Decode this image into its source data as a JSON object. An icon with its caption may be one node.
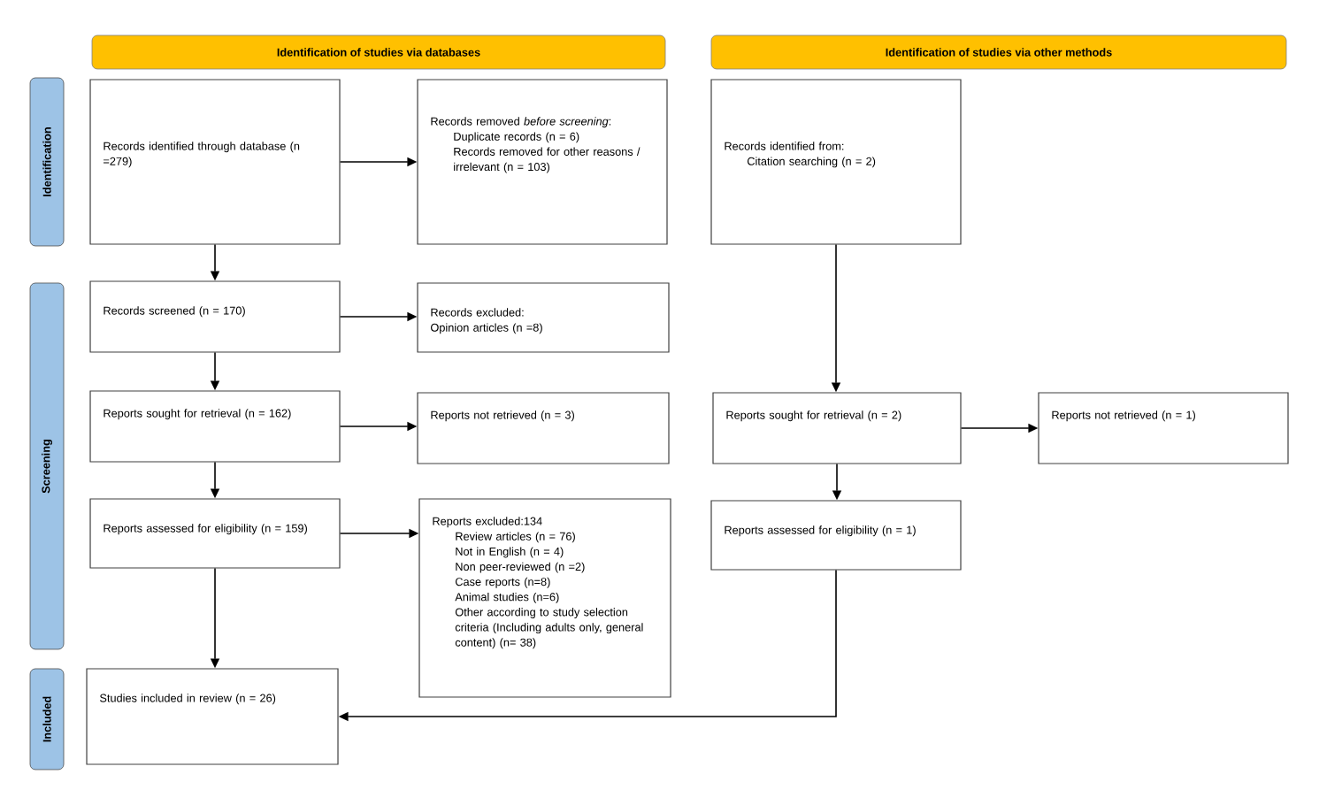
{
  "diagram": {
    "nodes": [
      {
        "text": [
          "Identification of studies via databases"
        ]
      },
      {
        "text": [
          "Identification of studies via other methods"
        ]
      },
      {
        "text": [
          "Identification"
        ]
      },
      {
        "text": [
          "Screening"
        ]
      },
      {
        "text": [
          "Included"
        ]
      },
      {
        "text": [
          "Records identified through database (n =279)"
        ]
      },
      {
        "text": [
          "Records removed *before screening*:",
          "Duplicate records (n = 6)",
          "Records removed for other reasons / irrelevant (n = 103)"
        ]
      },
      {
        "text": [
          "Records identified from:",
          "Citation searching (n = 2)"
        ]
      },
      {
        "text": [
          "Records screened (n = 170)"
        ]
      },
      {
        "text": [
          "Records excluded:",
          "Opinion articles (n =8)"
        ]
      },
      {
        "text": [
          "Reports sought for retrieval (n = 162)"
        ]
      },
      {
        "text": [
          "Reports not retrieved (n = 3)"
        ]
      },
      {
        "text": [
          "Reports sought for retrieval (n = 2)"
        ]
      },
      {
        "text": [
          "Reports not retrieved (n = 1)"
        ]
      },
      {
        "text": [
          "Reports assessed for eligibility (n = 159)"
        ]
      },
      {
        "text": [
          "Reports excluded:134",
          "Review articles  (n = 76)",
          "Not in English (n = 4)",
          "Non peer-reviewed (n =2)",
          "Case reports (n=8)",
          "Animal studies (n=6)",
          "Other according to study selection criteria (Including adults only, general content) (n= 38)"
        ]
      },
      {
        "text": [
          "Reports assessed for eligibility (n = 1)"
        ]
      },
      {
        "text": [
          "Studies included in review (n = 26)"
        ]
      }
    ],
    "edges": [
      {
        "from": 5,
        "to": 6,
        "arrow": "to"
      },
      {
        "from": 5,
        "to": 8,
        "arrow": "to"
      },
      {
        "from": 8,
        "to": 9,
        "arrow": "to"
      },
      {
        "from": 8,
        "to": 10,
        "arrow": "to"
      },
      {
        "from": 10,
        "to": 11,
        "arrow": "to"
      },
      {
        "from": 10,
        "to": 14,
        "arrow": "to"
      },
      {
        "from": 14,
        "to": 15,
        "arrow": "to"
      },
      {
        "from": 14,
        "to": 17,
        "arrow": "to"
      },
      {
        "from": 7,
        "to": 12,
        "arrow": "to"
      },
      {
        "from": 12,
        "to": 13,
        "arrow": "to"
      },
      {
        "from": 12,
        "to": 16,
        "arrow": "to"
      },
      {
        "from": 16,
        "to": 17,
        "arrow": "to"
      }
    ]
  }
}
